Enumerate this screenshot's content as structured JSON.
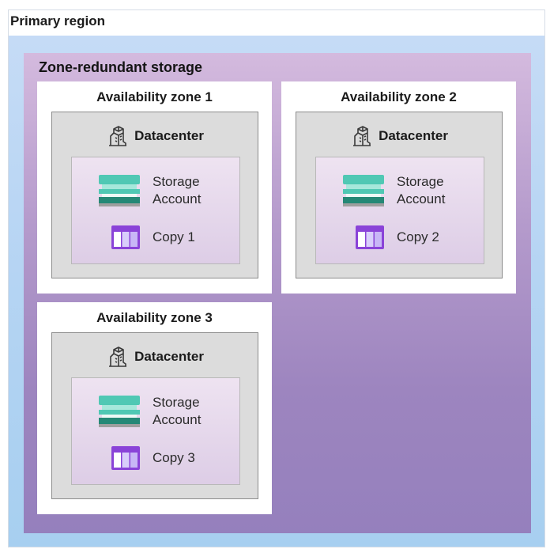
{
  "primary_region": {
    "title": "Primary region"
  },
  "storage": {
    "title": "Zone-redundant storage"
  },
  "colors": {
    "storage_top": "#50c8b4",
    "storage_mid": "#a6e8db",
    "storage_bottom": "#258876",
    "copy_purple": "#8a43d8",
    "copy_light": "#c8b6f6"
  },
  "zones": [
    {
      "title": "Availability zone 1",
      "datacenter": {
        "label": "Datacenter",
        "icon": "datacenter-icon"
      },
      "account": {
        "line1": "Storage",
        "line2": "Account",
        "icon": "storage-account-icon"
      },
      "copy": {
        "label": "Copy 1",
        "icon": "table-copy-icon"
      }
    },
    {
      "title": "Availability zone 2",
      "datacenter": {
        "label": "Datacenter",
        "icon": "datacenter-icon"
      },
      "account": {
        "line1": "Storage",
        "line2": "Account",
        "icon": "storage-account-icon"
      },
      "copy": {
        "label": "Copy 2",
        "icon": "table-copy-icon"
      }
    },
    {
      "title": "Availability zone 3",
      "datacenter": {
        "label": "Datacenter",
        "icon": "datacenter-icon"
      },
      "account": {
        "line1": "Storage",
        "line2": "Account",
        "icon": "storage-account-icon"
      },
      "copy": {
        "label": "Copy 3",
        "icon": "table-copy-icon"
      }
    }
  ]
}
